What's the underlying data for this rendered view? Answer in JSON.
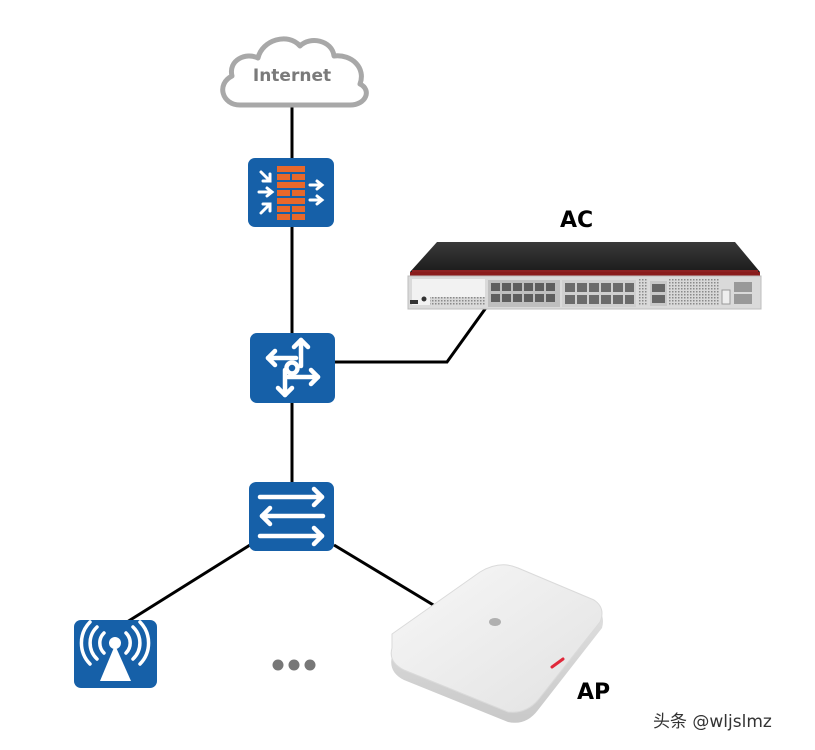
{
  "diagram": {
    "title": "WLAN network topology",
    "nodes": {
      "internet": {
        "label": "Internet",
        "type": "cloud"
      },
      "firewall": {
        "type": "firewall"
      },
      "router": {
        "type": "router"
      },
      "switch": {
        "type": "switch"
      },
      "ac": {
        "label": "AC",
        "type": "access-controller"
      },
      "ap_icon": {
        "type": "wireless-ap"
      },
      "ap": {
        "label": "AP",
        "type": "access-point"
      },
      "more": {
        "label": "..."
      }
    },
    "edges": [
      {
        "from": "internet",
        "to": "firewall"
      },
      {
        "from": "firewall",
        "to": "router"
      },
      {
        "from": "router",
        "to": "ac"
      },
      {
        "from": "router",
        "to": "switch"
      },
      {
        "from": "switch",
        "to": "ap_icon"
      },
      {
        "from": "switch",
        "to": "ap"
      }
    ],
    "colors": {
      "icon_blue": "#1660a8",
      "firewall_brick": "#e8682a",
      "cloud_stroke": "#a8a8a8",
      "internet_text": "#7a7a7a",
      "link": "#000000",
      "ac_top": "#2b2b2b",
      "ac_stripe": "#9a1a1a",
      "ac_front": "#d6d6d6",
      "ap_body": "#ececec",
      "ap_led": "#e0283a",
      "dots": "#777777"
    }
  },
  "watermark": "头条 @wljslmz"
}
